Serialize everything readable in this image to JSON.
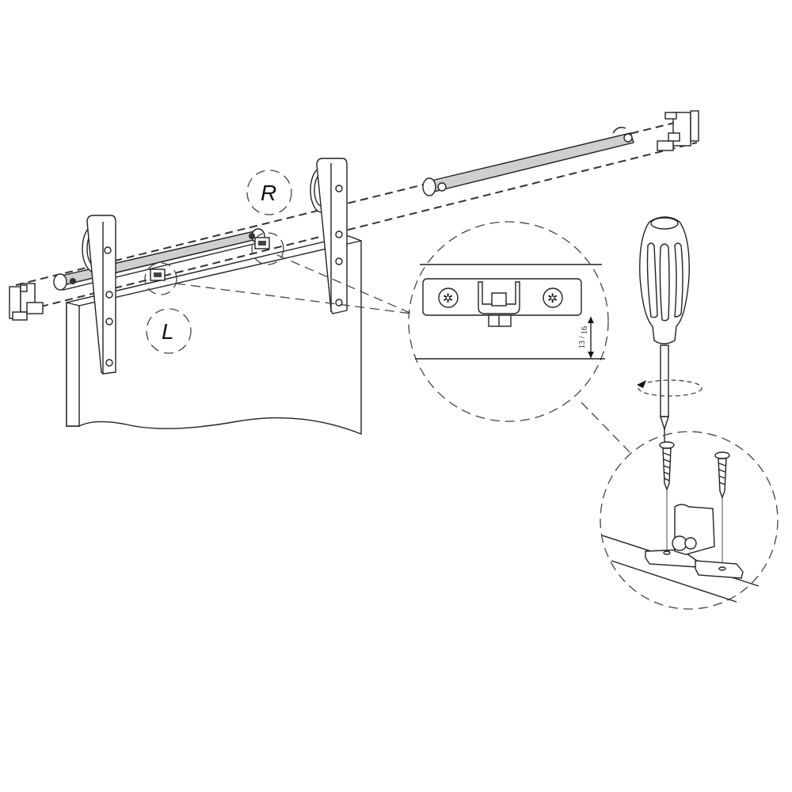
{
  "diagram": {
    "title": "Sliding barn door hardware installation - floor guide",
    "labels": {
      "right_marker": "R",
      "left_marker": "L",
      "gap_dimension_numerator": "13",
      "gap_dimension_denominator": "16"
    },
    "components": [
      {
        "id": "track-rail",
        "description": "Flat track rail (two sections) with spacers"
      },
      {
        "id": "left-wall-bracket",
        "description": "Wall mount bracket, left end"
      },
      {
        "id": "right-wall-bracket",
        "description": "Wall mount bracket, right end"
      },
      {
        "id": "left-hanger",
        "description": "Hanger strap with roller wheel, left"
      },
      {
        "id": "right-hanger",
        "description": "Hanger strap with roller wheel, right"
      },
      {
        "id": "door-panel",
        "description": "Door panel"
      },
      {
        "id": "stopper-left",
        "description": "Track stopper L"
      },
      {
        "id": "stopper-right",
        "description": "Track stopper R"
      },
      {
        "id": "floor-guide-detail",
        "description": "Detail: floor guide with two screws, gap 13/16"
      },
      {
        "id": "screwdriver",
        "description": "Phillips screwdriver with rotation arrow"
      },
      {
        "id": "floor-guide-install-detail",
        "description": "Detail: floor guide screwed to floor"
      }
    ],
    "colors": {
      "line": "#222222",
      "rail_fill": "#cfcfcf",
      "background": "#ffffff"
    }
  }
}
